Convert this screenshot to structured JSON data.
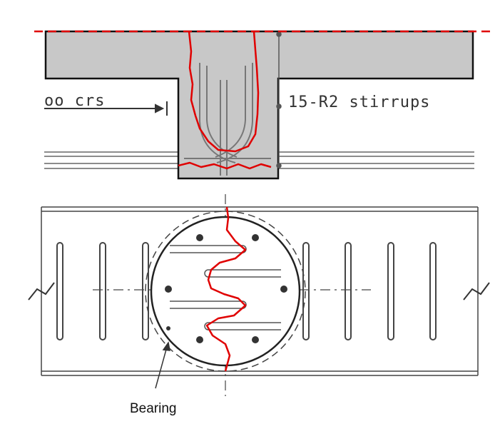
{
  "annotations": {
    "stirrup_spacing": "oo crs",
    "stirrups": "15-R2 stirrups",
    "bearing": "Bearing"
  },
  "colors": {
    "crack_path": "#e00000",
    "concrete_fill": "#c8c8c8",
    "outline": "#111111",
    "drawing_lines": "#555555"
  }
}
